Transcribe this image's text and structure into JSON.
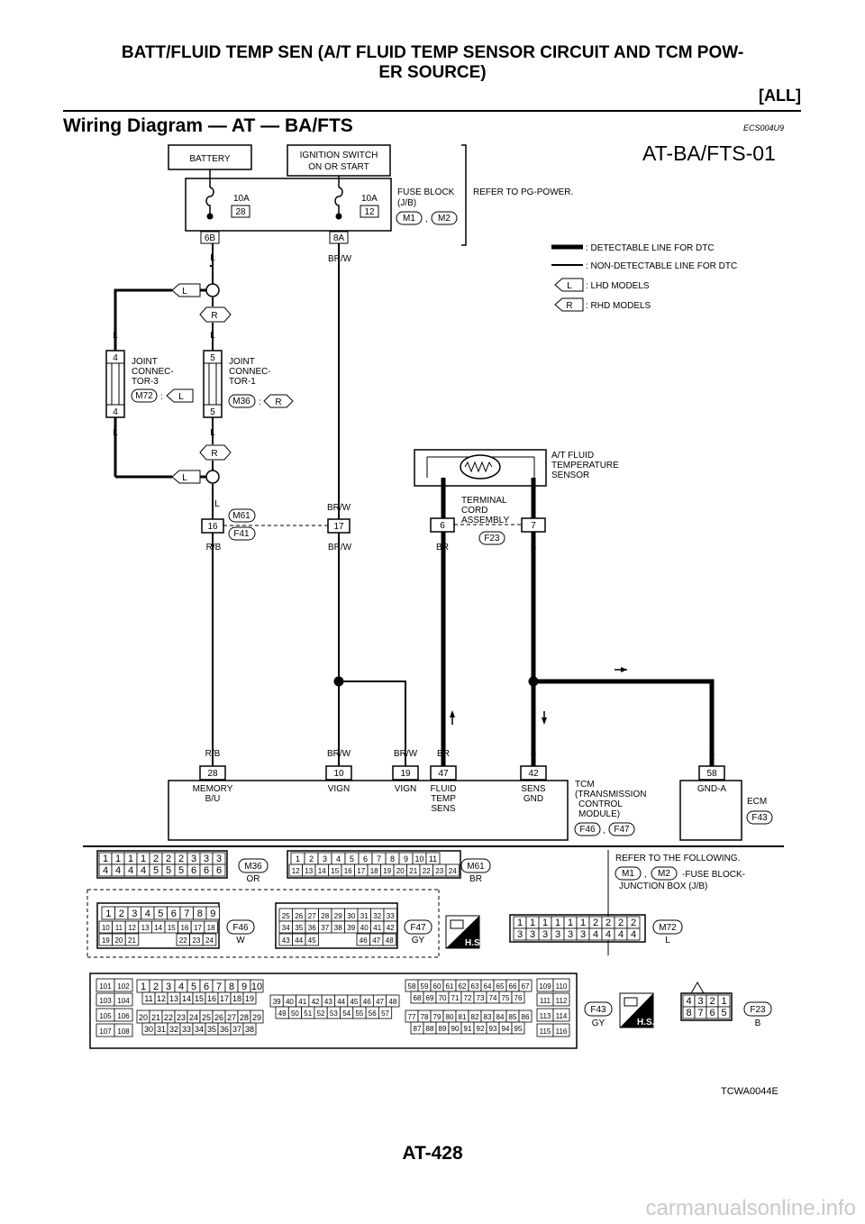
{
  "header": {
    "title_line1": "BATT/FLUID TEMP SEN (A/T FLUID TEMP SENSOR CIRCUIT AND TCM POW-",
    "title_line2": "ER SOURCE)",
    "scope": "[ALL]"
  },
  "section": {
    "title": "Wiring Diagram — AT — BA/FTS",
    "code": "ECS004U9"
  },
  "diagram": {
    "id": "AT-BA/FTS-01",
    "battery": "BATTERY",
    "ign_line1": "IGNITION SWITCH",
    "ign_line2": "ON OR START",
    "fuse1_rating": "10A",
    "fuse1_num": "28",
    "fuse2_rating": "10A",
    "fuse2_num": "12",
    "fuse_block_line1": "FUSE BLOCK",
    "fuse_block_line2": "(J/B)",
    "fb_conn1": "M1",
    "fb_sep": ",",
    "fb_conn2": "M2",
    "refer_pg": "REFER TO PG-POWER.",
    "term_6b": "6B",
    "term_8a": "8A",
    "legend": {
      "detectable": ": DETECTABLE LINE FOR DTC",
      "non_detectable": ": NON-DETECTABLE LINE FOR DTC",
      "lhd_tag": "L",
      "lhd": ": LHD MODELS",
      "rhd_tag": "R",
      "rhd": ": RHD MODELS"
    },
    "colors": {
      "l": "L",
      "r_b": "R/B",
      "br_w": "BR/W",
      "br": "BR",
      "b": "B"
    },
    "jc3": {
      "line1": "JOINT",
      "line2": "CONNEC-",
      "line3": "TOR-3",
      "conn": "M72",
      "colon": ":",
      "tag": "L",
      "pin": "4"
    },
    "jc1": {
      "line1": "JOINT",
      "line2": "CONNEC-",
      "line3": "TOR-1",
      "conn": "M36",
      "colon": ":",
      "tag": "R",
      "pin": "5"
    },
    "route_tag_l": "L",
    "route_tag_r": "R",
    "conn_m61": "M61",
    "conn_f41": "F41",
    "pin16": "16",
    "pin17": "17",
    "sensor_line1": "A/T FLUID",
    "sensor_line2": "TEMPERATURE",
    "sensor_line3": "SENSOR",
    "tca_line1": "TERMINAL",
    "tca_line2": "CORD",
    "tca_line3": "ASSEMBLY",
    "conn_f23": "F23",
    "pin6": "6",
    "pin7": "7",
    "tcm_pins": [
      "28",
      "10",
      "19",
      "47",
      "42"
    ],
    "tcm_labels": {
      "memory": "MEMORY",
      "bu": "B/U",
      "vign1": "VIGN",
      "vign2": "VIGN",
      "fluid": "FLUID",
      "temp": "TEMP",
      "sens": "SENS",
      "sens2": "SENS",
      "gnd": "GND"
    },
    "tcm_name": {
      "line1": "TCM",
      "line2": "(TRANSMISSION",
      "line3": "CONTROL",
      "line4": "MODULE)",
      "conn1": "F46",
      "sep": ",",
      "conn2": "F47"
    },
    "ecm": {
      "pin": "58",
      "pin_label": "GND-A",
      "name": "ECM",
      "conn": "F43"
    }
  },
  "connectors": {
    "m36": {
      "id": "M36",
      "color": "OR",
      "top": [
        "1",
        "1",
        "1",
        "1",
        "2",
        "2",
        "2",
        "3",
        "3",
        "3"
      ],
      "bottom": [
        "4",
        "4",
        "4",
        "4",
        "5",
        "5",
        "5",
        "6",
        "6",
        "6"
      ]
    },
    "m61": {
      "id": "M61",
      "color": "BR",
      "top": [
        "1",
        "2",
        "3",
        "4",
        "5",
        "6",
        "7",
        "8",
        "9",
        "10",
        "11"
      ],
      "bottom": [
        "12",
        "13",
        "14",
        "15",
        "16",
        "17",
        "18",
        "19",
        "20",
        "21",
        "22",
        "23",
        "24"
      ]
    },
    "refer_following": "REFER TO THE FOLLOWING.",
    "refer_m1": "M1",
    "refer_sep": ",",
    "refer_m2": "M2",
    "refer_desc": "-FUSE BLOCK-",
    "refer_desc2": "JUNCTION BOX (J/B)",
    "f46": {
      "id": "F46",
      "color": "W",
      "r1": [
        "1",
        "2",
        "3",
        "4",
        "5",
        "6",
        "7",
        "8",
        "9"
      ],
      "r2": [
        "10",
        "11",
        "12",
        "13",
        "14",
        "15",
        "16",
        "17",
        "18"
      ],
      "r3": [
        "19",
        "20",
        "21",
        "22",
        "23",
        "24"
      ]
    },
    "f47": {
      "id": "F47",
      "color": "GY",
      "r1": [
        "25",
        "26",
        "27",
        "28",
        "29",
        "30",
        "31",
        "32",
        "33"
      ],
      "r2": [
        "34",
        "35",
        "36",
        "37",
        "38",
        "39",
        "40",
        "41",
        "42"
      ],
      "r3": [
        "43",
        "44",
        "45",
        "46",
        "47",
        "48"
      ]
    },
    "hs": "H.S.",
    "m72": {
      "id": "M72",
      "color": "L",
      "top": [
        "1",
        "1",
        "1",
        "1",
        "1",
        "1",
        "2",
        "2",
        "2",
        "2"
      ],
      "bottom": [
        "3",
        "3",
        "3",
        "3",
        "3",
        "3",
        "4",
        "4",
        "4",
        "4"
      ]
    },
    "f43": {
      "id": "F43",
      "color": "GY",
      "left": [
        "101",
        "102",
        "103",
        "104",
        "105",
        "106",
        "107",
        "108"
      ],
      "a1": [
        "1",
        "2",
        "3",
        "4",
        "5",
        "6",
        "7",
        "8",
        "9",
        "10"
      ],
      "a2": [
        "11",
        "12",
        "13",
        "14",
        "15",
        "16",
        "17",
        "18",
        "19"
      ],
      "b1": [
        "20",
        "21",
        "22",
        "23",
        "24",
        "25",
        "26",
        "27",
        "28",
        "29"
      ],
      "b2": [
        "30",
        "31",
        "32",
        "33",
        "34",
        "35",
        "36",
        "37",
        "38"
      ],
      "c1": [
        "39",
        "40",
        "41",
        "42",
        "43",
        "44",
        "45",
        "46",
        "47",
        "48"
      ],
      "c2": [
        "49",
        "50",
        "51",
        "52",
        "53",
        "54",
        "55",
        "56",
        "57"
      ],
      "d1": [
        "58",
        "59",
        "60",
        "61",
        "62",
        "63",
        "64",
        "65",
        "66",
        "67"
      ],
      "d2": [
        "68",
        "69",
        "70",
        "71",
        "72",
        "73",
        "74",
        "75",
        "76"
      ],
      "e1": [
        "77",
        "78",
        "79",
        "80",
        "81",
        "82",
        "83",
        "84",
        "85",
        "86"
      ],
      "e2": [
        "87",
        "88",
        "89",
        "90",
        "91",
        "92",
        "93",
        "94",
        "95"
      ],
      "right": [
        "109",
        "110",
        "111",
        "112",
        "113",
        "114",
        "115",
        "116"
      ]
    },
    "f23": {
      "id": "F23",
      "color": "B",
      "top": [
        "4",
        "3",
        "2",
        "1"
      ],
      "bottom": [
        "8",
        "7",
        "6",
        "5"
      ]
    }
  },
  "figure_code": "TCWA0044E",
  "page_number": "AT-428",
  "watermark": "carmanualsonline.info"
}
